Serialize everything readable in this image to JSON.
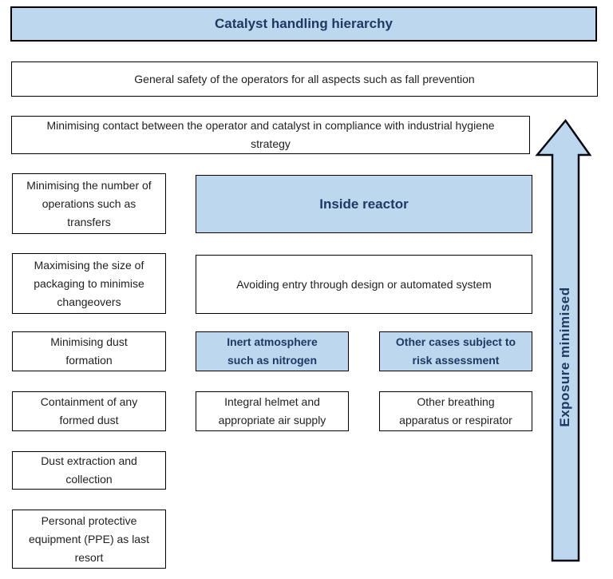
{
  "colors": {
    "box_fill_blue": "#bdd7ee",
    "heading_text_navy": "#1f3864",
    "body_text": "#1f1f1f",
    "border": "#000000"
  },
  "title": "Catalyst handling hierarchy",
  "levels": {
    "general_safety": "General safety of the operators for all aspects such as fall prevention",
    "minimising_contact": "Minimising contact between the operator and catalyst in compliance with industrial hygiene\nstrategy"
  },
  "left_column": [
    "Minimising the number of\noperations such as\ntransfers",
    "Maximising the size of\npackaging to minimise\nchangeovers",
    "Minimising dust\nformation",
    "Containment of any\nformed dust",
    "Dust extraction and\ncollection",
    "Personal protective\nequipment (PPE) as last\nresort"
  ],
  "inside_reactor": {
    "header": "Inside reactor",
    "avoiding_entry": "Avoiding entry through design or automated system",
    "inert_atmosphere": "Inert atmosphere\nsuch as nitrogen",
    "other_cases": "Other cases subject to\nrisk assessment",
    "integral_helmet": "Integral helmet and\nappropriate air supply",
    "other_breathing": "Other breathing\napparatus or respirator"
  },
  "arrow": {
    "label": "Exposure minimised"
  }
}
